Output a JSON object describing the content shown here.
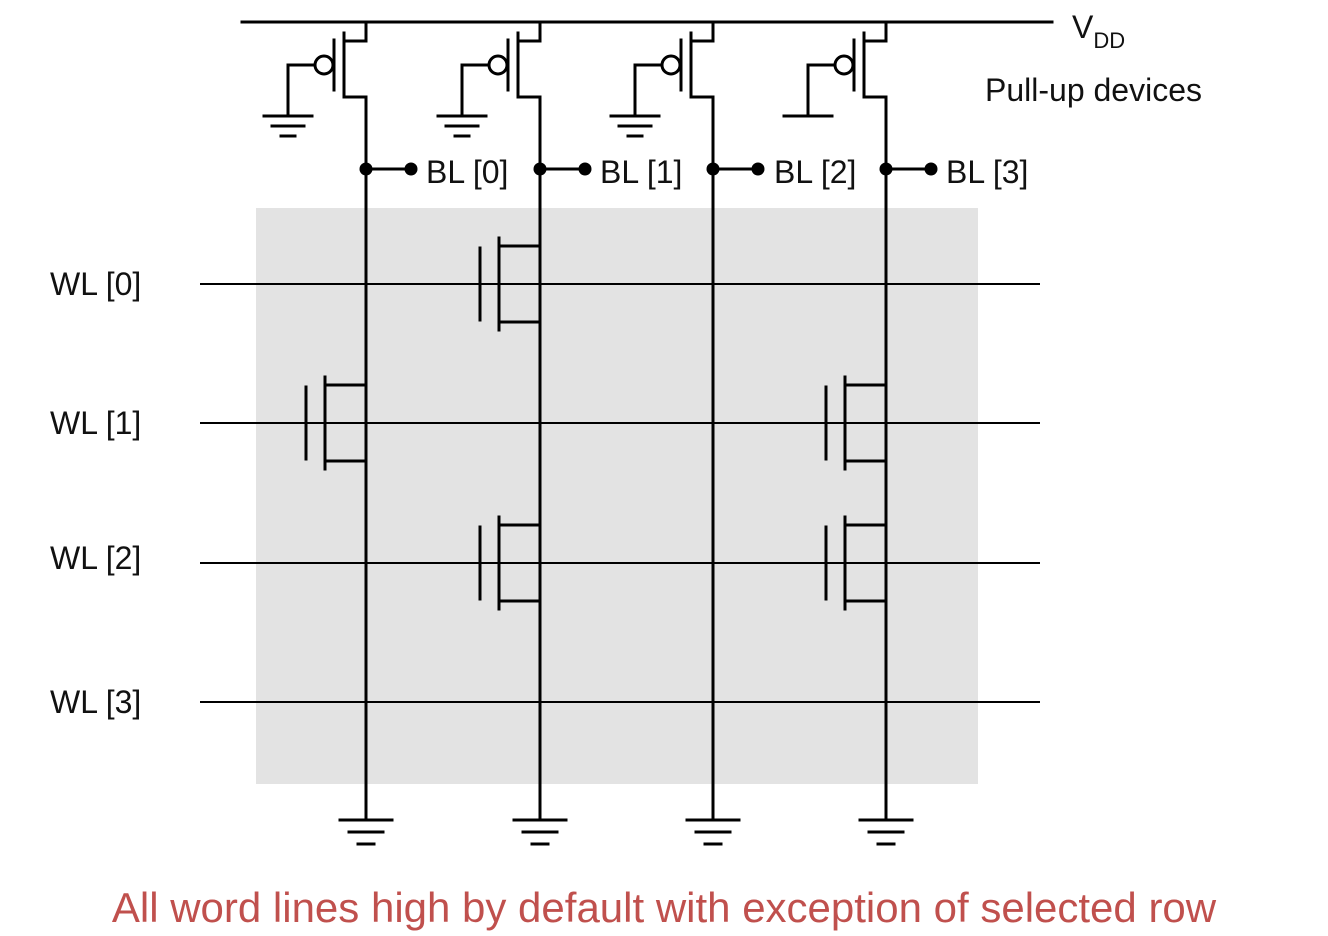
{
  "supply": {
    "label": "V",
    "subscript": "DD"
  },
  "pullup_label": "Pull-up devices",
  "bitlines": [
    "BL [0]",
    "BL [1]",
    "BL [2]",
    "BL [3]"
  ],
  "wordlines": [
    "WL [0]",
    "WL [1]",
    "WL [2]",
    "WL [3]"
  ],
  "caption": "All word lines high by default with exception of selected row",
  "colors": {
    "caption": "#c0504d",
    "array_bg": "#e3e3e3",
    "wire": "#000000"
  },
  "cells": [
    {
      "wordline": 0,
      "bitline": 1
    },
    {
      "wordline": 1,
      "bitline": 0
    },
    {
      "wordline": 1,
      "bitline": 3
    },
    {
      "wordline": 2,
      "bitline": 1
    },
    {
      "wordline": 2,
      "bitline": 3
    }
  ]
}
